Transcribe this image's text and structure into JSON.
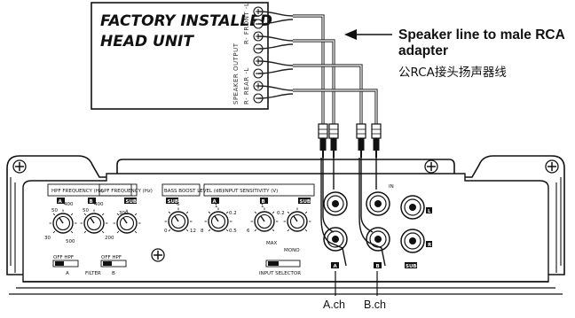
{
  "head_unit": {
    "title_line1": "FACTORY INSTALLED",
    "title_line2": "HEAD UNIT",
    "vertical_label": "SPEAKER OUTPUT",
    "rear_label": "R- REAR -L",
    "front_label": "R- FRONT -L"
  },
  "callout": {
    "line1": "Speaker line to male RCA",
    "line2": "adapter",
    "chinese": "公RCA接头扬声器线"
  },
  "amplifier": {
    "sections": {
      "hpf": "HPF FREQUENCY (Hz)",
      "lpf": "LPF FREQUENCY (Hz)",
      "bass": "BASS BOOST LEVEL (dB)",
      "input": "INPUT SENSITIVITY (V)"
    },
    "channel_tags": {
      "a": "A",
      "b": "B",
      "sub": "SUB",
      "l": "L",
      "r": "R",
      "in": "IN"
    },
    "knob_scales": {
      "hpf": [
        "50",
        "400",
        "30",
        "500"
      ],
      "lpf": [
        "50",
        "400",
        "200",
        "300"
      ],
      "bass": [
        "0",
        "6",
        "12"
      ],
      "sens": [
        "1",
        "0.2",
        "8",
        "0.5",
        "6",
        "MAX"
      ]
    },
    "switch_labels": {
      "off_hpf_a": "OFF  HPF",
      "off_hpf_b": "OFF  HPF",
      "filter_a": "A",
      "filter_name": "FILTER",
      "filter_b": "B",
      "mono_label": "MONO",
      "input_selector": "INPUT SELECTOR"
    }
  },
  "labels": {
    "a_ch": "A.ch",
    "b_ch": "B.ch"
  }
}
